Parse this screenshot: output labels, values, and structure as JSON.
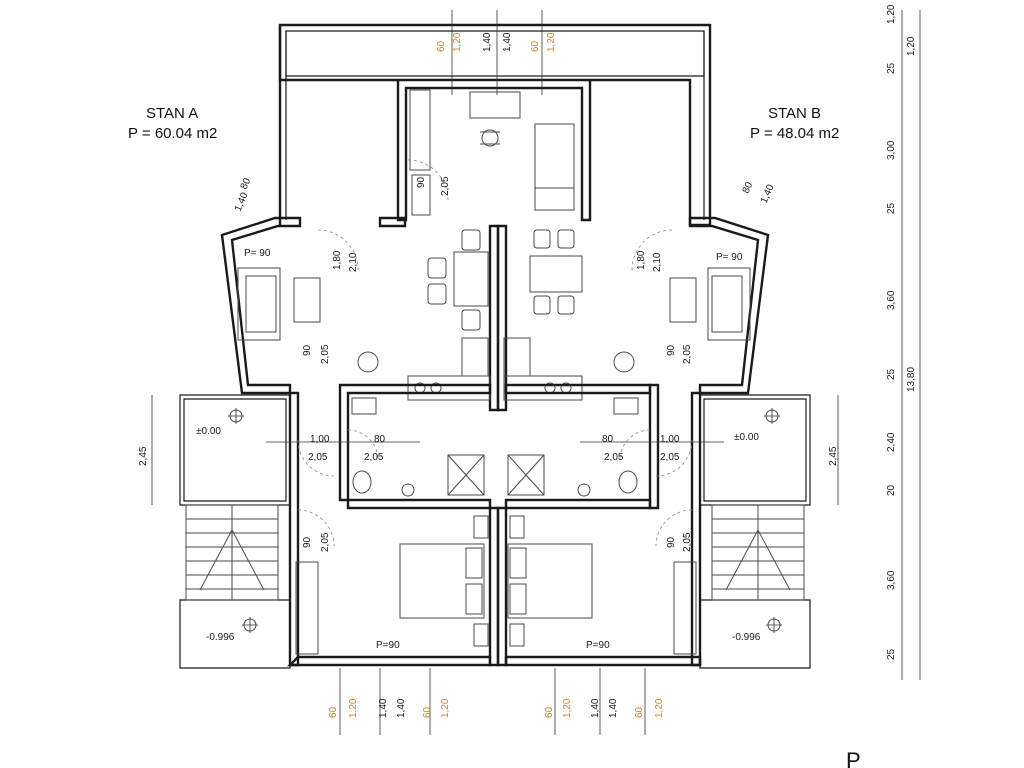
{
  "apartments": {
    "a": {
      "name": "STAN  A",
      "area": "P = 60.04 m2"
    },
    "b": {
      "name": "STAN  B",
      "area": "P = 48.04 m2"
    }
  },
  "levels": {
    "terrace": "±0.00",
    "stairs_low": "-0.996"
  },
  "room_areas": {
    "living": "P= 90",
    "bedroom": "P=90"
  },
  "dims": {
    "v80": "80",
    "v140": "1,40",
    "v60": "60",
    "v120": "1,20",
    "v90": "90",
    "v205": "2,05",
    "v180": "1,80",
    "v210": "2,10",
    "v100": "1,00",
    "v245": "2,45"
  },
  "right_dims": {
    "d120a": "1,20",
    "d120b": "1,20",
    "d25a": "25",
    "d300": "3,00",
    "d25b": "25",
    "d360a": "3,60",
    "d25c": "25",
    "d1380": "13,80",
    "d240": "2,40",
    "d20": "20",
    "d360b": "3,60",
    "d25d": "25"
  },
  "corner_letter": "P"
}
